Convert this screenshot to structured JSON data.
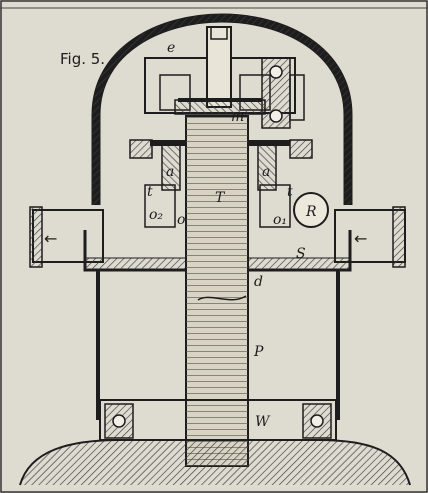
{
  "figure": {
    "caption": "Fig. 5.",
    "labels": {
      "e": "e",
      "m": "m",
      "a_left": "a",
      "a_right": "a",
      "T": "T",
      "t_left": "t",
      "t_right": "t",
      "o2": "o₂",
      "o": "o",
      "o1": "o₁",
      "R": "R",
      "S": "S",
      "d": "d",
      "P": "P",
      "W": "W"
    },
    "flow_arrow_left": "←",
    "flow_arrow_right": "←"
  },
  "colors": {
    "paper": "#dedbd0",
    "ink": "#1d1d1d",
    "hatch": "#3a3a3a",
    "shaft": "#d8d3c2"
  }
}
